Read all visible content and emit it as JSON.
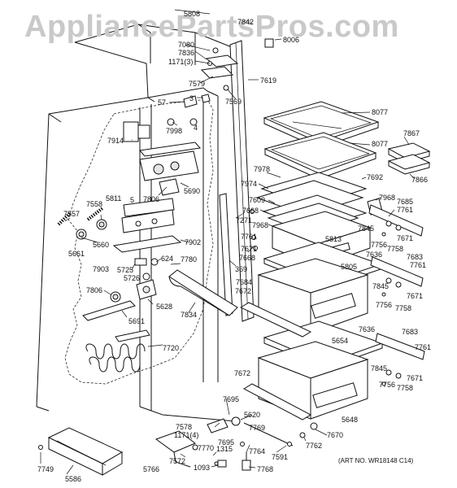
{
  "watermark": "AppliancePartsPros.com",
  "art_number": "(ART NO. WR18148 C14)",
  "labels": {
    "l5808": "5808",
    "l7842": "7842",
    "l8006": "8006",
    "l7080": "7080",
    "l7836": "7836",
    "l1171_3": "1171(3)",
    "l7579": "7579",
    "l7619": "7619",
    "l7569": "7569",
    "l57": "57",
    "l3": "3",
    "l8077a": "8077",
    "l8077b": "8077",
    "l7867": "7867",
    "l7866": "7866",
    "l7998": "7998",
    "l4": "4",
    "l7914": "7914",
    "l7978": "7978",
    "l7974": "7974",
    "l7692": "7692",
    "l5690": "5690",
    "l7806a": "7806",
    "l5": "5",
    "l5811": "5811",
    "l7968a": "7968",
    "l7685": "7685",
    "l7609": "7609",
    "l7761a": "7761",
    "l7557": "7557",
    "l7558": "7558",
    "l7668a": "7668",
    "l7271": "7271",
    "l7968b": "7968",
    "l7845a": "7845",
    "l5813": "5813",
    "l7756a": "7756",
    "l7671a": "7671",
    "l7758a": "7758",
    "l5660": "5660",
    "l7761b": "7761",
    "l7902": "7902",
    "l5661": "5661",
    "l7671b": "7671",
    "l7683a": "7683",
    "l7636a": "7636",
    "l7761c": "7761",
    "l624": "624",
    "l7780": "7780",
    "l7668b": "7668",
    "l5805": "5805",
    "l7903": "7903",
    "l5725": "5725",
    "l369": "369",
    "l5726": "5726",
    "l7684": "7684",
    "l7845b": "7845",
    "l7672a": "7672",
    "l7806b": "7806",
    "l5628": "5628",
    "l7756b": "7756",
    "l7671c": "7671",
    "l7758b": "7758",
    "l7834": "7834",
    "l5691": "5691",
    "l7636b": "7636",
    "l7683b": "7683",
    "l5654": "5654",
    "l7720": "7720",
    "l7761d": "7761",
    "l7845c": "7845",
    "l7672b": "7672",
    "l7671d": "7671",
    "l7756c": "7756",
    "l7758c": "7758",
    "l7695a": "7695",
    "l5620": "5620",
    "l5648": "5648",
    "l7769": "7769",
    "l7670": "7670",
    "l7578": "7578",
    "l1171_4": "1171(4)",
    "l7695b": "7695",
    "l7764": "7764",
    "l7762": "7762",
    "l7770": "7770",
    "l1315": "1315",
    "l7591": "7591",
    "l7572": "7572",
    "l7749": "7749",
    "l1093": "1093",
    "l7768": "7768",
    "l5766": "5766",
    "l5586": "5586"
  }
}
